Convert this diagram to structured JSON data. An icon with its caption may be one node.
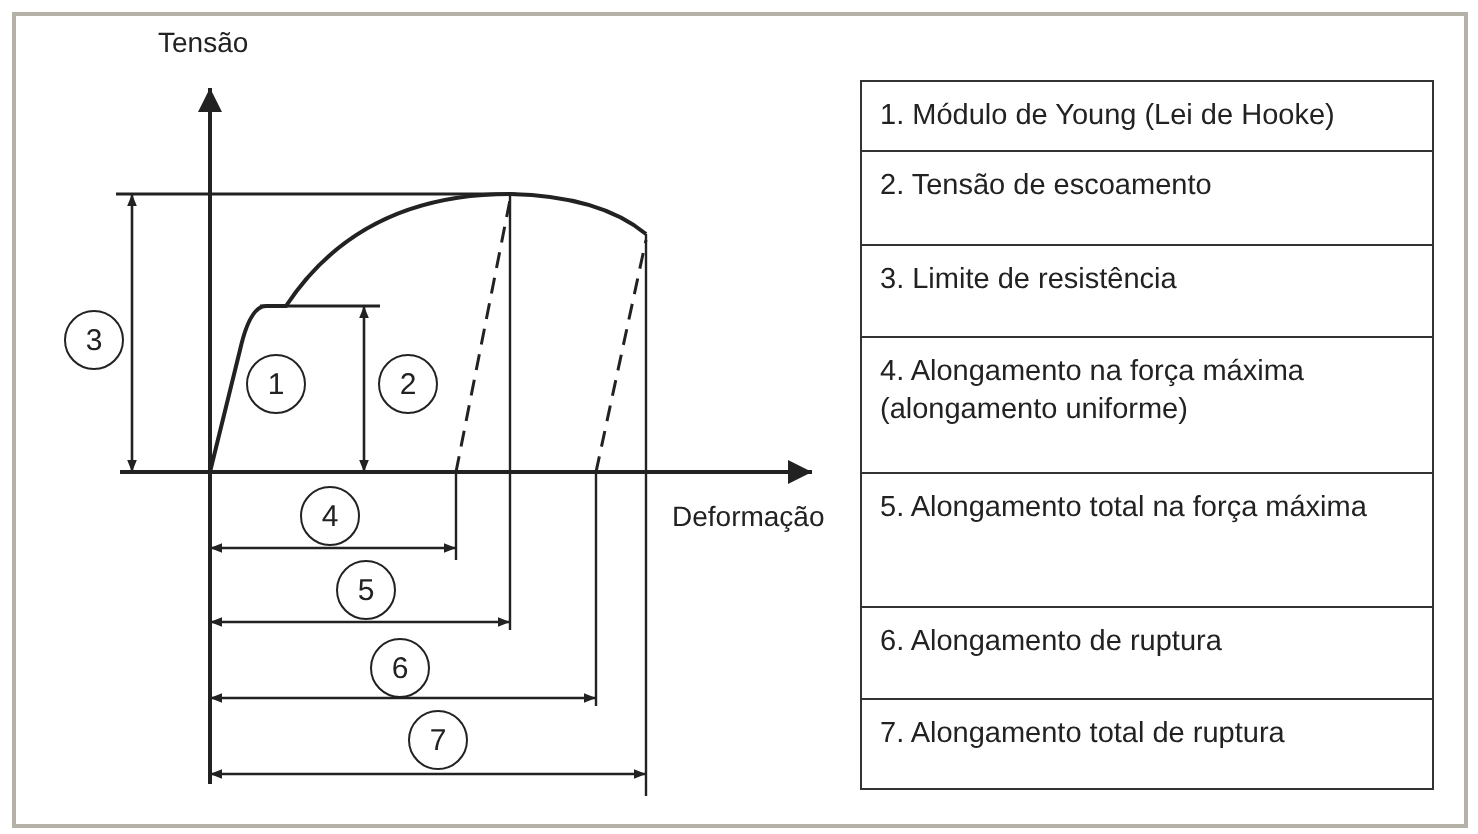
{
  "diagram": {
    "labels": [
      "Tensão",
      "Deformação",
      "1",
      "2",
      "3",
      "4",
      "5",
      "6",
      "7",
      "1. Módulo de Young (Lei de Hooke)",
      "2. Tensão de escoamento",
      "3. Limite de resistência",
      "4. Alongamento na força máxima (alongamento uniforme)",
      "5. Alongamento total na força máxima",
      "6. Alongamento de ruptura",
      "7. Alongamento total de ruptura"
    ]
  }
}
